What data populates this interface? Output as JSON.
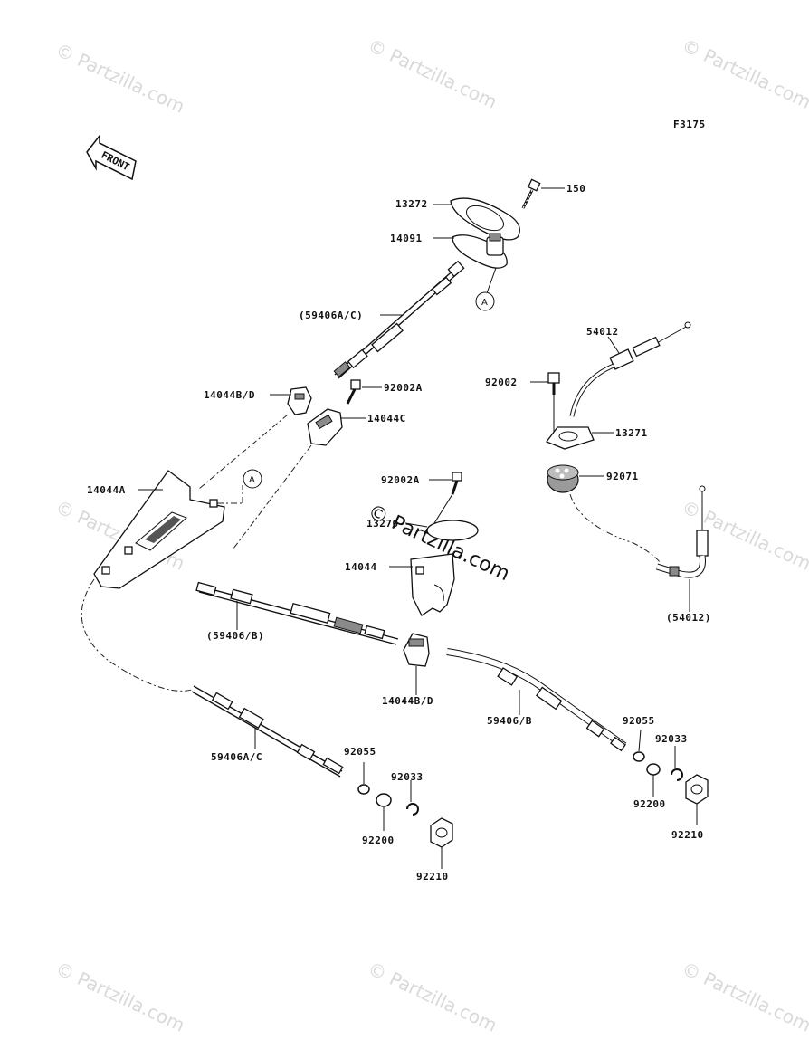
{
  "diagram": {
    "code": "F3175",
    "front_label": "FRONT",
    "ref_marker": "A",
    "watermark": "© Partzilla.com",
    "callouts": {
      "c150": "150",
      "c13272": "13272",
      "c14091": "14091",
      "c59406ac_top": "(59406A/C)",
      "c54012": "54012",
      "c92002": "92002",
      "c13271": "13271",
      "c92071": "92071",
      "c14044bd_top": "14044B/D",
      "c92002a_top": "92002A",
      "c14044c": "14044C",
      "c14044a": "14044A",
      "c92002a_mid": "92002A",
      "c13270": "13270",
      "c14044": "14044",
      "c54012p": "(54012)",
      "c59406b_p": "(59406/B)",
      "c14044bd_mid": "14044B/D",
      "c59406b": "59406/B",
      "c92055_r": "92055",
      "c92033_r": "92033",
      "c92200_r": "92200",
      "c92210_r": "92210",
      "c59406ac": "59406A/C",
      "c92055_l": "92055",
      "c92033_l": "92033",
      "c92200_l": "92200",
      "c92210_l": "92210"
    }
  }
}
